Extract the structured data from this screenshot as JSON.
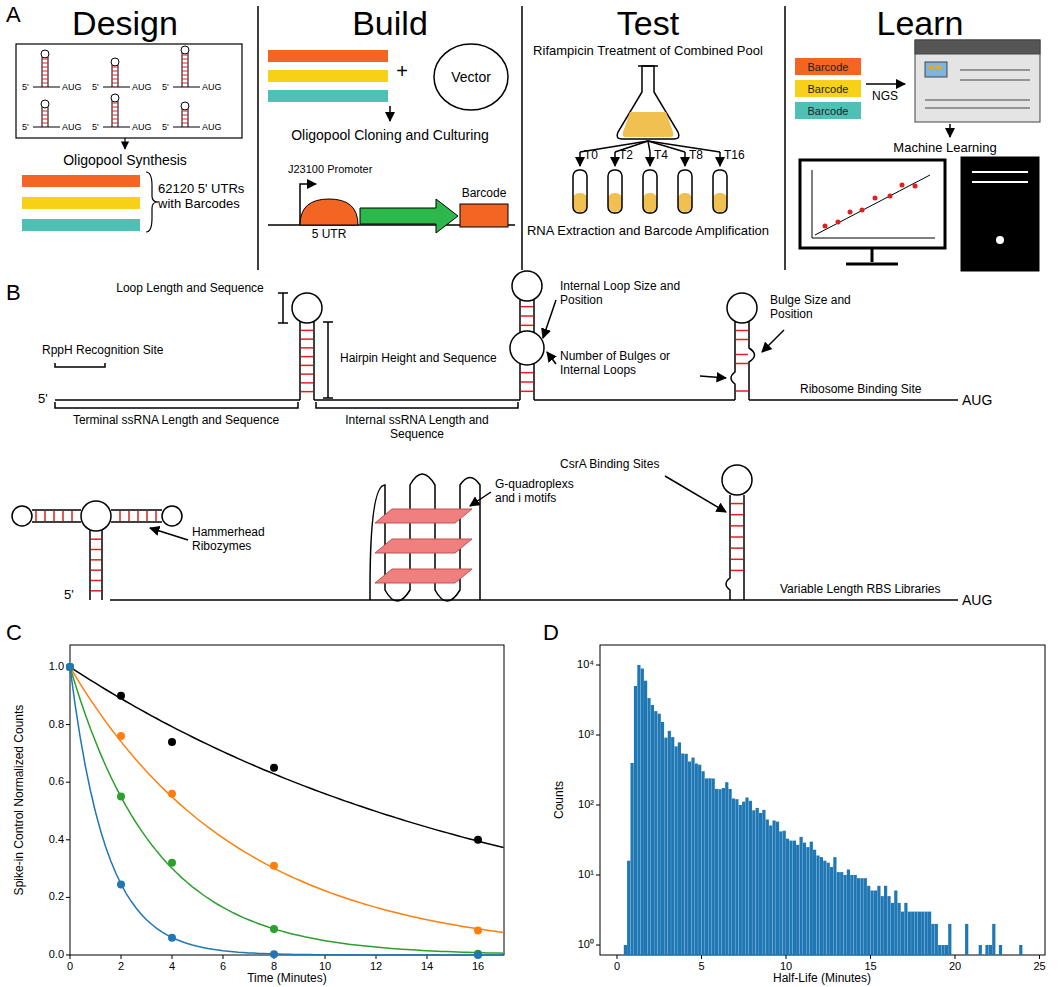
{
  "diagram": {
    "nodes": [
      {
        "text": [
          "Vector"
        ]
      },
      {
        "text": [
          "5 UTR"
        ]
      },
      {
        "text": [
          "Barcode"
        ]
      },
      {
        "text": [
          "Barcode"
        ]
      },
      {
        "text": [
          "Barcode"
        ]
      },
      {
        "text": [
          "Barcode"
        ]
      }
    ],
    "labels": [
      "A",
      "Design",
      "Build",
      "Test",
      "Learn",
      "5'",
      "AUG",
      "5'",
      "AUG",
      "5'",
      "AUG",
      "5'",
      "AUG",
      "5'",
      "AUG",
      "5'",
      "AUG",
      "Oligopool Synthesis",
      "62120 5' UTRs with Barcodes",
      "+",
      "Oligopool Cloning and Culturing",
      "J23100 Promoter",
      "Rifampicin Treatment of Combined Pool",
      "T0",
      "T2",
      "T4",
      "T8",
      "T16",
      "RNA Extraction and Barcode Amplification",
      "NGS",
      "Machine Learning",
      "B",
      "Loop Length and Sequence",
      "Hairpin Height and Sequence",
      "Internal Loop Size and Position",
      "Bulge Size and Position",
      "Number of Bulges or Internal Loops",
      "RppH Recognition Site",
      "5'",
      "Ribosome Binding Site",
      "AUG",
      "Terminal ssRNA Length and Sequence",
      "Internal ssRNA Length and Sequence",
      "Hammerhead Ribozymes",
      "G-quadroplexs and i motifs",
      "CsrA Binding Sites",
      "5'",
      "Variable Length RBS Libraries",
      "AUG",
      "C",
      "0.0",
      "0.2",
      "0.4",
      "0.6",
      "0.8",
      "1.0",
      "0",
      "2",
      "4",
      "6",
      "8",
      "10",
      "12",
      "14",
      "16",
      "Spike-in Control Normalized Counts",
      "Time (Minutes)",
      "D",
      "10⁰",
      "10¹",
      "10²",
      "10³",
      "10⁴",
      "0",
      "5",
      "10",
      "15",
      "20",
      "25",
      "Counts",
      "Half-Life (Minutes)"
    ]
  }
}
